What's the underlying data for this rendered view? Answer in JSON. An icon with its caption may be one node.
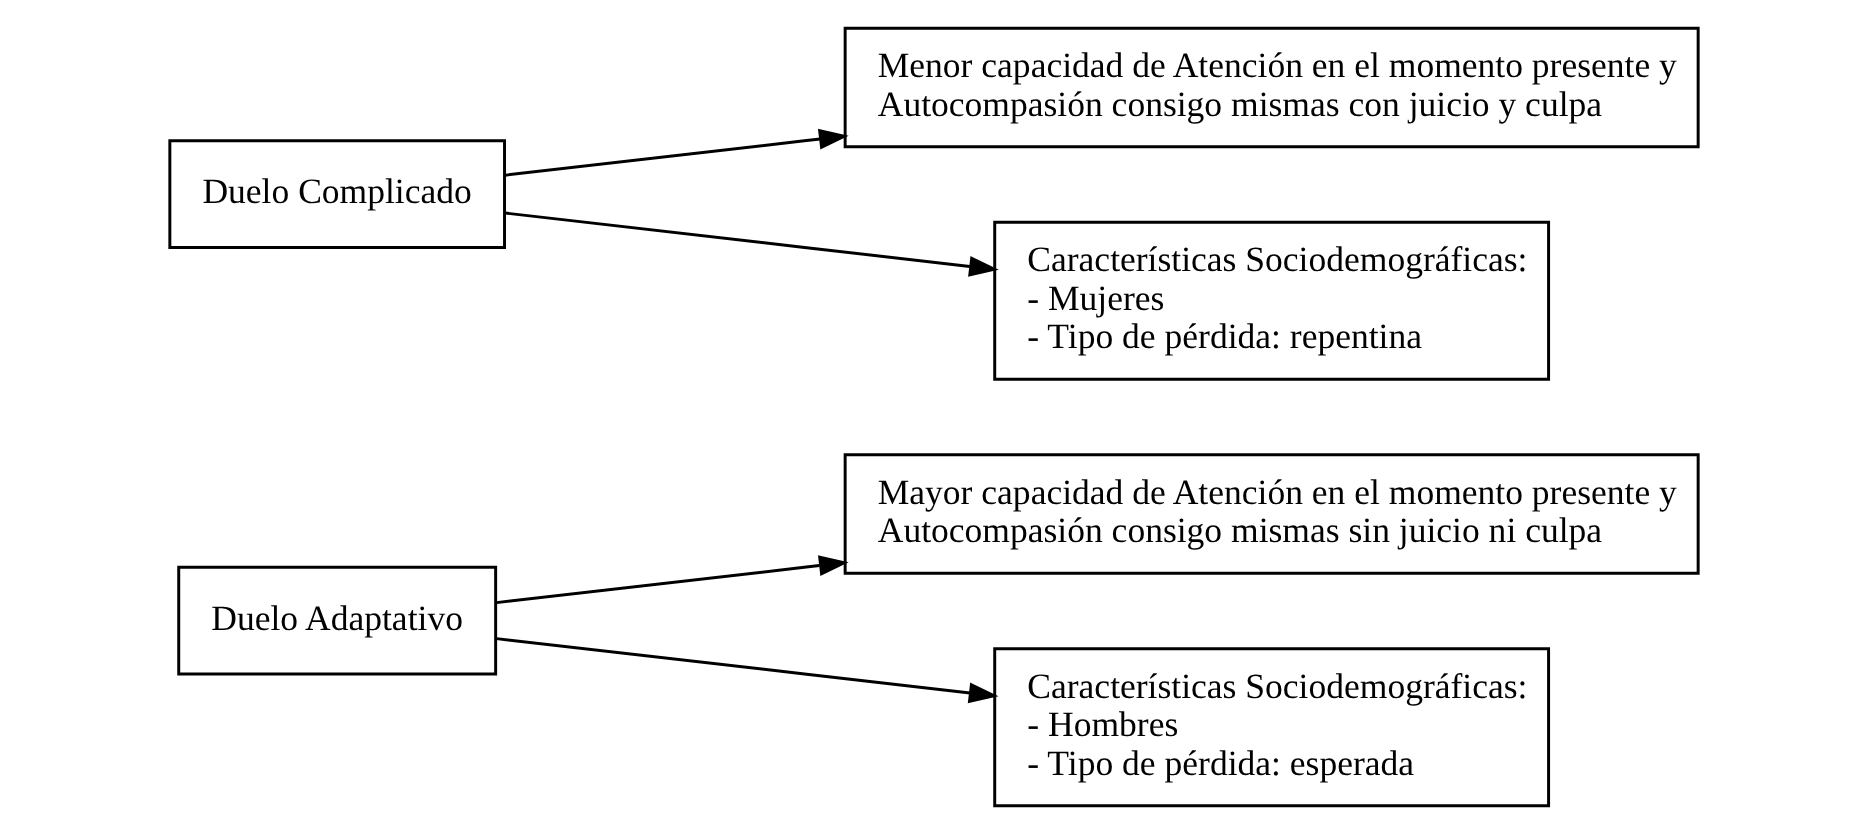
{
  "diagram": {
    "nodes": [
      {
        "text": [
          "Duelo Adaptativo"
        ]
      },
      {
        "text": [
          "Mayor capacidad de Atención en el momento presente y Autocompasión consigo mismas sin juicio ni culpa"
        ]
      },
      {
        "text": [
          "Características Sociodemográficas:",
          "- Hombres",
          "- Tipo de pérdida: esperada"
        ]
      },
      {
        "text": [
          "Duelo Complicado"
        ]
      },
      {
        "text": [
          "Menor capacidad de Atención en el momento presente y Autocompasión consigo mismas con juicio y culpa"
        ]
      },
      {
        "text": [
          "Características Sociodemográficas:",
          "- Mujeres",
          "- Tipo de pérdida: repentina"
        ]
      }
    ],
    "edges": [
      {
        "from": 0,
        "to": 1,
        "arrow": "to"
      },
      {
        "from": 0,
        "to": 2,
        "arrow": "to"
      },
      {
        "from": 3,
        "to": 4,
        "arrow": "to"
      },
      {
        "from": 3,
        "to": 5,
        "arrow": "to"
      }
    ]
  }
}
